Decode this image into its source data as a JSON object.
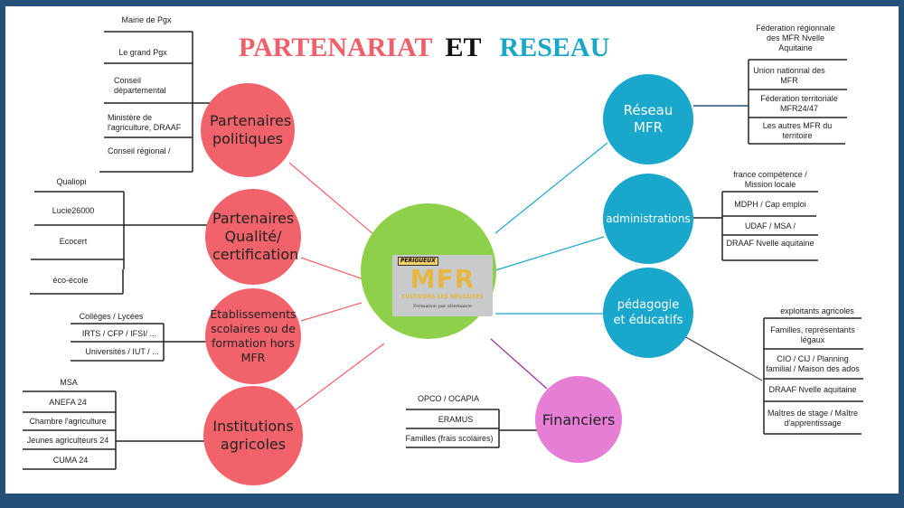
{
  "title": {
    "part1": "PARTENARIAT",
    "part2": "ET",
    "part3": "RESEAU"
  },
  "colors": {
    "frame": "#24507a",
    "red": "#f2626b",
    "blue": "#1aa7cc",
    "green": "#8dd14b",
    "pink": "#e77ed6",
    "title_red": "#f0606a",
    "title_blue": "#1aa6c8"
  },
  "center": {
    "logo_badge": "PERIGUEUX",
    "logo_main": "MFR",
    "logo_tagline": "CULTIVONS LES REUSSITES",
    "logo_sub": "Formation par alternance"
  },
  "nodes": {
    "politiques": {
      "label": "Partenaires politiques",
      "items": [
        "Mairie de Pgx",
        "Le grand Pgx",
        "Conseil départemental",
        "Ministère de l'agriculture, DRAAF",
        "Conseil régional /"
      ]
    },
    "qualite": {
      "label": "Partenaires Qualité/ certification",
      "items": [
        "Qualiopi",
        "Lucie26000",
        "Ecocert",
        "éco-école"
      ]
    },
    "etablissements": {
      "label": "Etablissements scolaires ou de formation hors MFR",
      "items": [
        "Collèges / Lycées",
        "IRTS / CFP / IFSI/ ...",
        "Universités / IUT / ..."
      ]
    },
    "institutions": {
      "label": "Institutions agricoles",
      "items": [
        "MSA",
        "ANEFA 24",
        "Chambre l'agriculture",
        "Jeunes agriculteurs 24",
        "CUMA 24"
      ]
    },
    "reseau": {
      "label": "Réseau MFR",
      "items": [
        "Féderation régionnale des MFR Nvelle Aquitaine",
        "Union nationnal des MFR",
        "Féderation territoriale MFR24/47",
        "Les autres MFR du territoire"
      ]
    },
    "administrations": {
      "label": "administrations",
      "items": [
        "france compétence / Mission locale",
        "MDPH / Cap emploi",
        "UDAF / MSA /",
        "DRAAF Nvelle aquitaine"
      ]
    },
    "pedagogie": {
      "label": "pédagogie et éducatifs",
      "items": [
        "exploitants agricoles",
        "Familles, représentants légaux",
        "CIO / CIJ / Planning familial / Maison des ados",
        "DRAAF Nvelle aquitaine",
        "Maîtres de stage / Maître d'apprentissage"
      ]
    },
    "financiers": {
      "label": "Financiers",
      "items": [
        "OPCO / OCAPIA",
        "ERAMUS",
        "Familles (frais scolaires)"
      ]
    }
  }
}
